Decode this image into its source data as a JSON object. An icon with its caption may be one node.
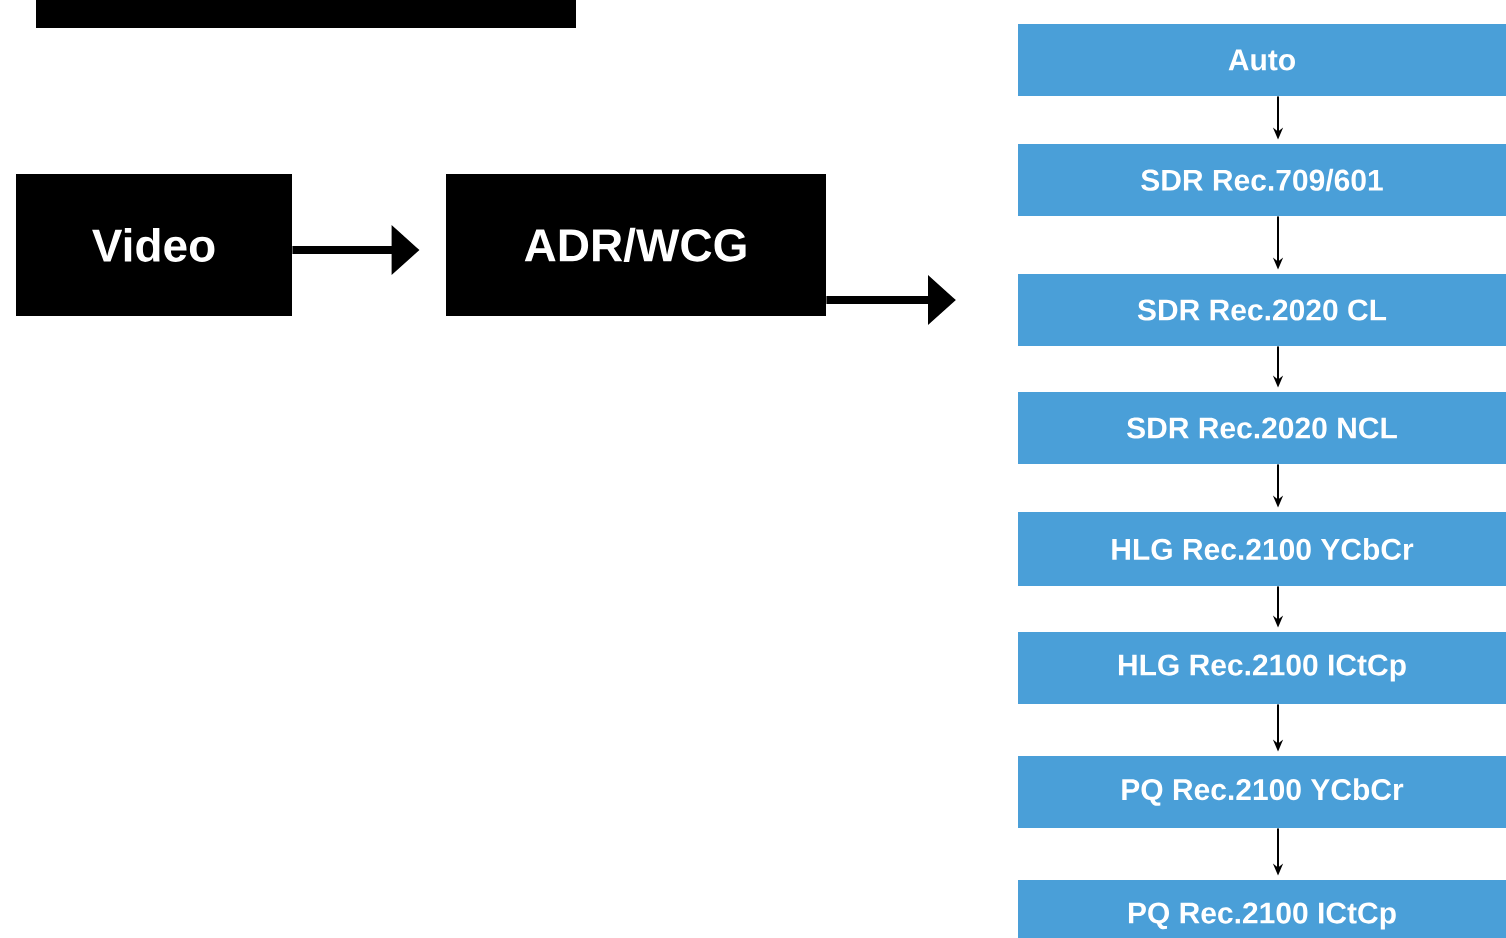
{
  "diagram": {
    "nodes": [
      {
        "text": [],
        "shape": "box"
      },
      {
        "text": [
          "Video"
        ]
      },
      {
        "text": [
          "ADR/WCG"
        ]
      },
      {
        "text": [
          "Auto"
        ]
      },
      {
        "text": [
          "SDR Rec.709/601"
        ]
      },
      {
        "text": [
          "SDR Rec.2020 CL"
        ]
      },
      {
        "text": [
          "SDR Rec.2020 NCL"
        ]
      },
      {
        "text": [
          "HLG Rec.2100 YCbCr"
        ]
      },
      {
        "text": [
          "HLG Rec.2100 ICtCp"
        ]
      },
      {
        "text": [
          "PQ Rec.2100 YCbCr"
        ]
      },
      {
        "text": [
          "PQ Rec.2100 ICtCp"
        ]
      }
    ],
    "edges": [
      {
        "from": 1,
        "to": 2,
        "arrow": "to",
        "style": "thick"
      },
      {
        "from": 2,
        "to": null,
        "arrow": "to",
        "style": "thick"
      },
      {
        "from": 3,
        "to": 4,
        "arrow": "to"
      },
      {
        "from": 4,
        "to": 5,
        "arrow": "to"
      },
      {
        "from": 5,
        "to": 6,
        "arrow": "to"
      },
      {
        "from": 6,
        "to": 7,
        "arrow": "to"
      },
      {
        "from": 7,
        "to": 8,
        "arrow": "to"
      },
      {
        "from": 8,
        "to": 9,
        "arrow": "to"
      },
      {
        "from": 9,
        "to": 10,
        "arrow": "to"
      }
    ]
  }
}
